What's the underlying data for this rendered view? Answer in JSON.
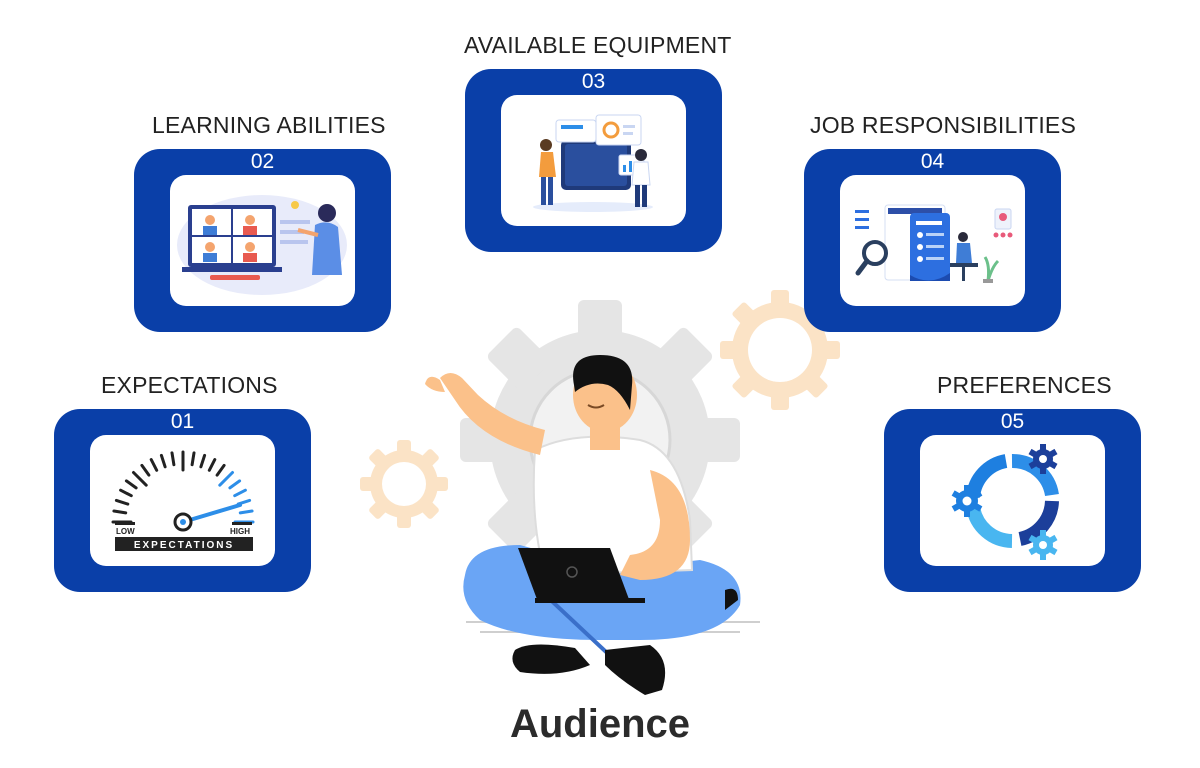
{
  "title": "Audience",
  "items": [
    {
      "num": "01",
      "label": "EXPECTATIONS",
      "icon": "gauge-icon"
    },
    {
      "num": "02",
      "label": "LEARNING ABILITIES",
      "icon": "online-class-icon"
    },
    {
      "num": "03",
      "label": "AVAILABLE EQUIPMENT",
      "icon": "dashboard-presentation-icon"
    },
    {
      "num": "04",
      "label": "JOB RESPONSIBILITIES",
      "icon": "job-description-icon"
    },
    {
      "num": "05",
      "label": "PREFERENCES",
      "icon": "gears-icon"
    }
  ],
  "gauge": {
    "low": "LOW",
    "high": "HIGH",
    "caption": "EXPECTATIONS"
  },
  "colors": {
    "card": "#0a3fa8",
    "gear_gray": "#e6e6e6",
    "gear_peach": "#f9dcb8",
    "accent": "#2d8ee8"
  }
}
